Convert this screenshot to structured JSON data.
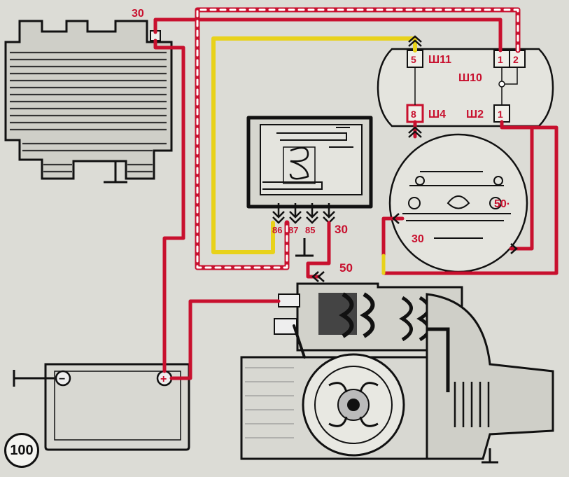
{
  "figure_number": "100",
  "labels": {
    "alt_terminal": "30",
    "relay_86": "86",
    "relay_87": "87",
    "relay_85": "85",
    "relay_30": "30",
    "starter_50": "50",
    "ign_50": "50·",
    "ign_30": "30",
    "conn_5": "5",
    "conn_sh11": "Ш11",
    "conn_1a": "1",
    "conn_2": "2",
    "conn_sh10": "Ш10",
    "conn_8": "8",
    "conn_sh4": "Ш4",
    "conn_sh2": "Ш2",
    "conn_1b": "1",
    "battery_minus": "−",
    "battery_plus": "+"
  },
  "colors": {
    "wire_red": "#c8102e",
    "wire_yellow": "#e8d21a",
    "outline": "#111111",
    "paper": "#dcdcd6"
  }
}
